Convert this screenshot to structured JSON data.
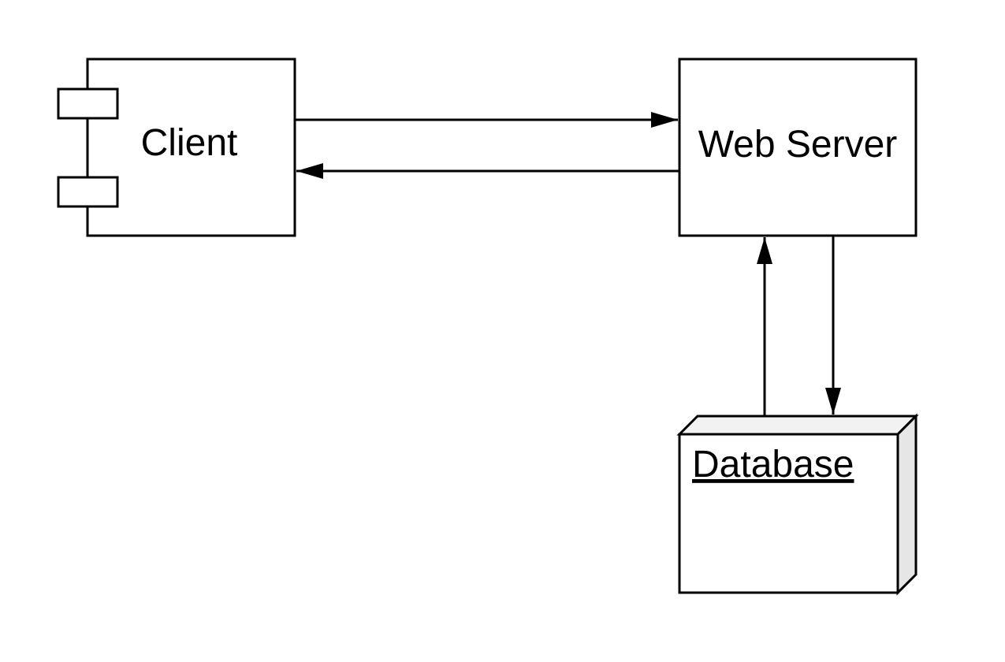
{
  "diagram": {
    "nodes": {
      "client": {
        "label": "Client",
        "shape": "uml-component"
      },
      "web_server": {
        "label": "Web Server",
        "shape": "rectangle"
      },
      "database": {
        "label": "Database",
        "shape": "uml-node-3d"
      }
    },
    "edges": [
      {
        "from": "client",
        "to": "web_server",
        "style": "solid-filled-arrow"
      },
      {
        "from": "web_server",
        "to": "client",
        "style": "solid-filled-arrow"
      },
      {
        "from": "database",
        "to": "web_server",
        "style": "solid-filled-arrow"
      },
      {
        "from": "web_server",
        "to": "database",
        "style": "solid-filled-arrow"
      }
    ],
    "colors": {
      "stroke": "#000000",
      "background": "#ffffff",
      "node_side_shade": "#e6e6e6",
      "node_top_shade": "#f2f2f2"
    }
  }
}
